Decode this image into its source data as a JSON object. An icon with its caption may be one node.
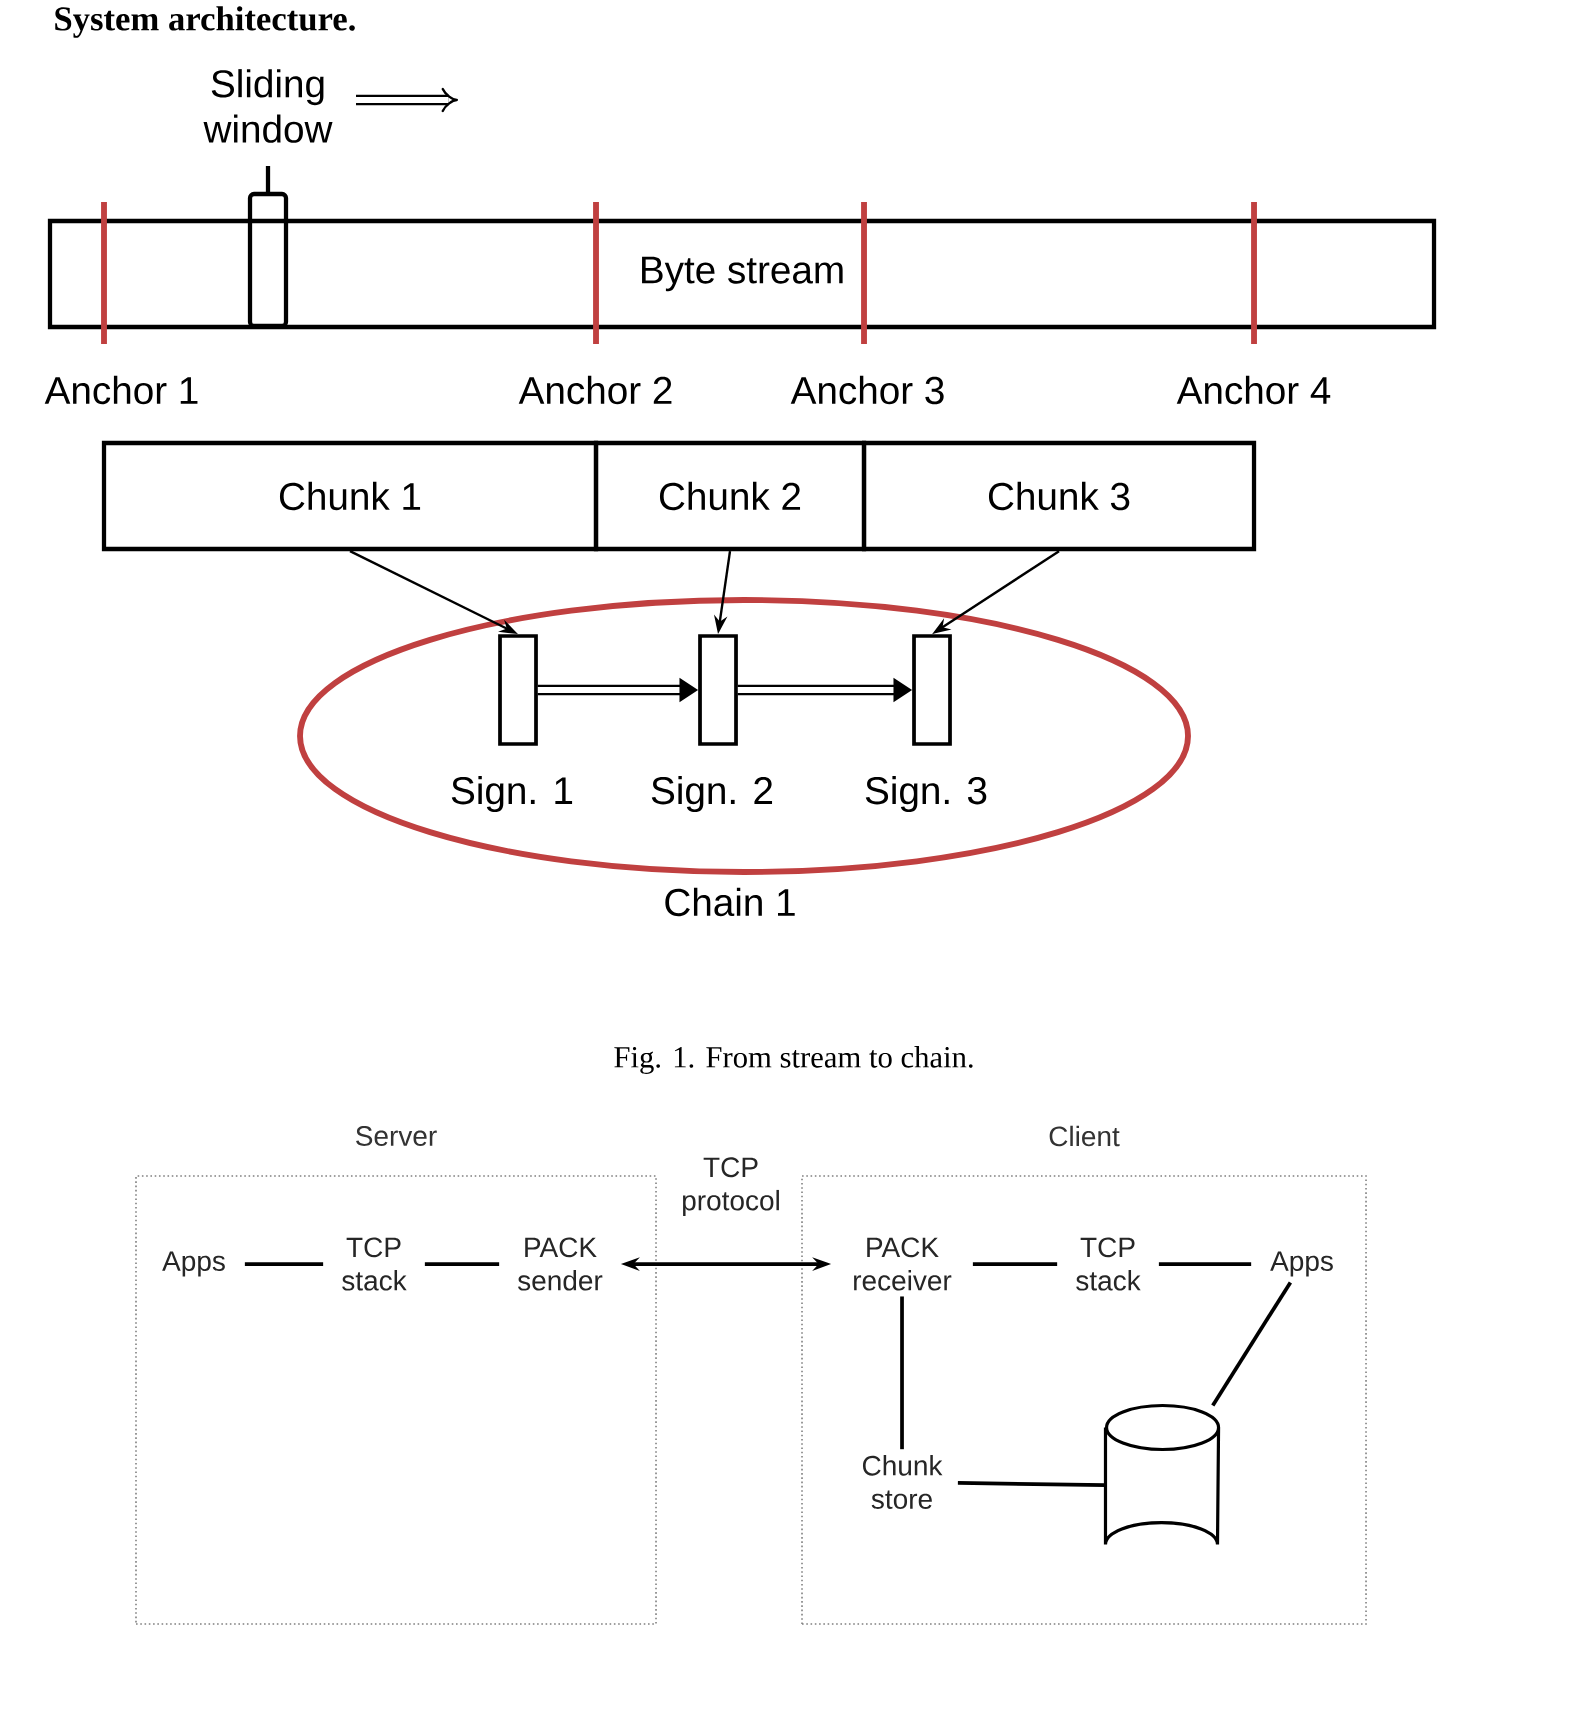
{
  "diagram": {
    "caption": "Fig. 1. From stream to chain.",
    "nodes": [
      {
        "text": [
          "Byte stream"
        ]
      },
      {
        "text": [
          "Sliding window"
        ]
      },
      {
        "text": [
          "Chunk 1"
        ]
      },
      {
        "text": [
          "Chunk 2"
        ]
      },
      {
        "text": [
          "Chunk 3"
        ]
      },
      {
        "text": [
          "Chain 1"
        ]
      },
      {
        "text": [
          "Sign. 1"
        ],
        "in": 5
      },
      {
        "text": [
          "Sign. 2"
        ],
        "in": 5
      },
      {
        "text": [
          "Sign. 3"
        ],
        "in": 5
      },
      {
        "text": [
          "Server"
        ]
      },
      {
        "text": [
          "Client"
        ]
      },
      {
        "text": [
          "Apps"
        ],
        "in": 9
      },
      {
        "text": [
          "TCP stack"
        ],
        "in": 9
      },
      {
        "text": [
          "PACK sender"
        ],
        "in": 9
      },
      {
        "text": [
          "PACK receiver"
        ],
        "in": 10
      },
      {
        "text": [
          "TCP stack"
        ],
        "in": 10
      },
      {
        "text": [
          "Apps"
        ],
        "in": 10
      },
      {
        "text": [
          "Chunk store"
        ],
        "in": 10
      },
      {
        "text": [],
        "shape": "cylinder",
        "in": 10
      }
    ],
    "edges": [
      {
        "from": 2,
        "to": 6,
        "arrow": "to"
      },
      {
        "from": 3,
        "to": 7,
        "arrow": "to"
      },
      {
        "from": 4,
        "to": 8,
        "arrow": "to"
      },
      {
        "from": 6,
        "to": 7,
        "arrow": "to",
        "style": "thick"
      },
      {
        "from": 7,
        "to": 8,
        "arrow": "to",
        "style": "thick"
      },
      {
        "from": 11,
        "to": 12,
        "arrow": "none"
      },
      {
        "from": 12,
        "to": 13,
        "arrow": "none"
      },
      {
        "from": 13,
        "to": 14,
        "arrow": "both",
        "label": "TCP protocol"
      },
      {
        "from": 14,
        "to": 15,
        "arrow": "none"
      },
      {
        "from": 15,
        "to": 16,
        "arrow": "none"
      },
      {
        "from": 14,
        "to": 17,
        "arrow": "none"
      },
      {
        "from": 17,
        "to": 18,
        "arrow": "none"
      },
      {
        "from": 18,
        "to": 16,
        "arrow": "none"
      }
    ],
    "labels": [
      "System architecture.",
      "Anchor 1",
      "Anchor 2",
      "Anchor 3",
      "Anchor 4"
    ]
  }
}
